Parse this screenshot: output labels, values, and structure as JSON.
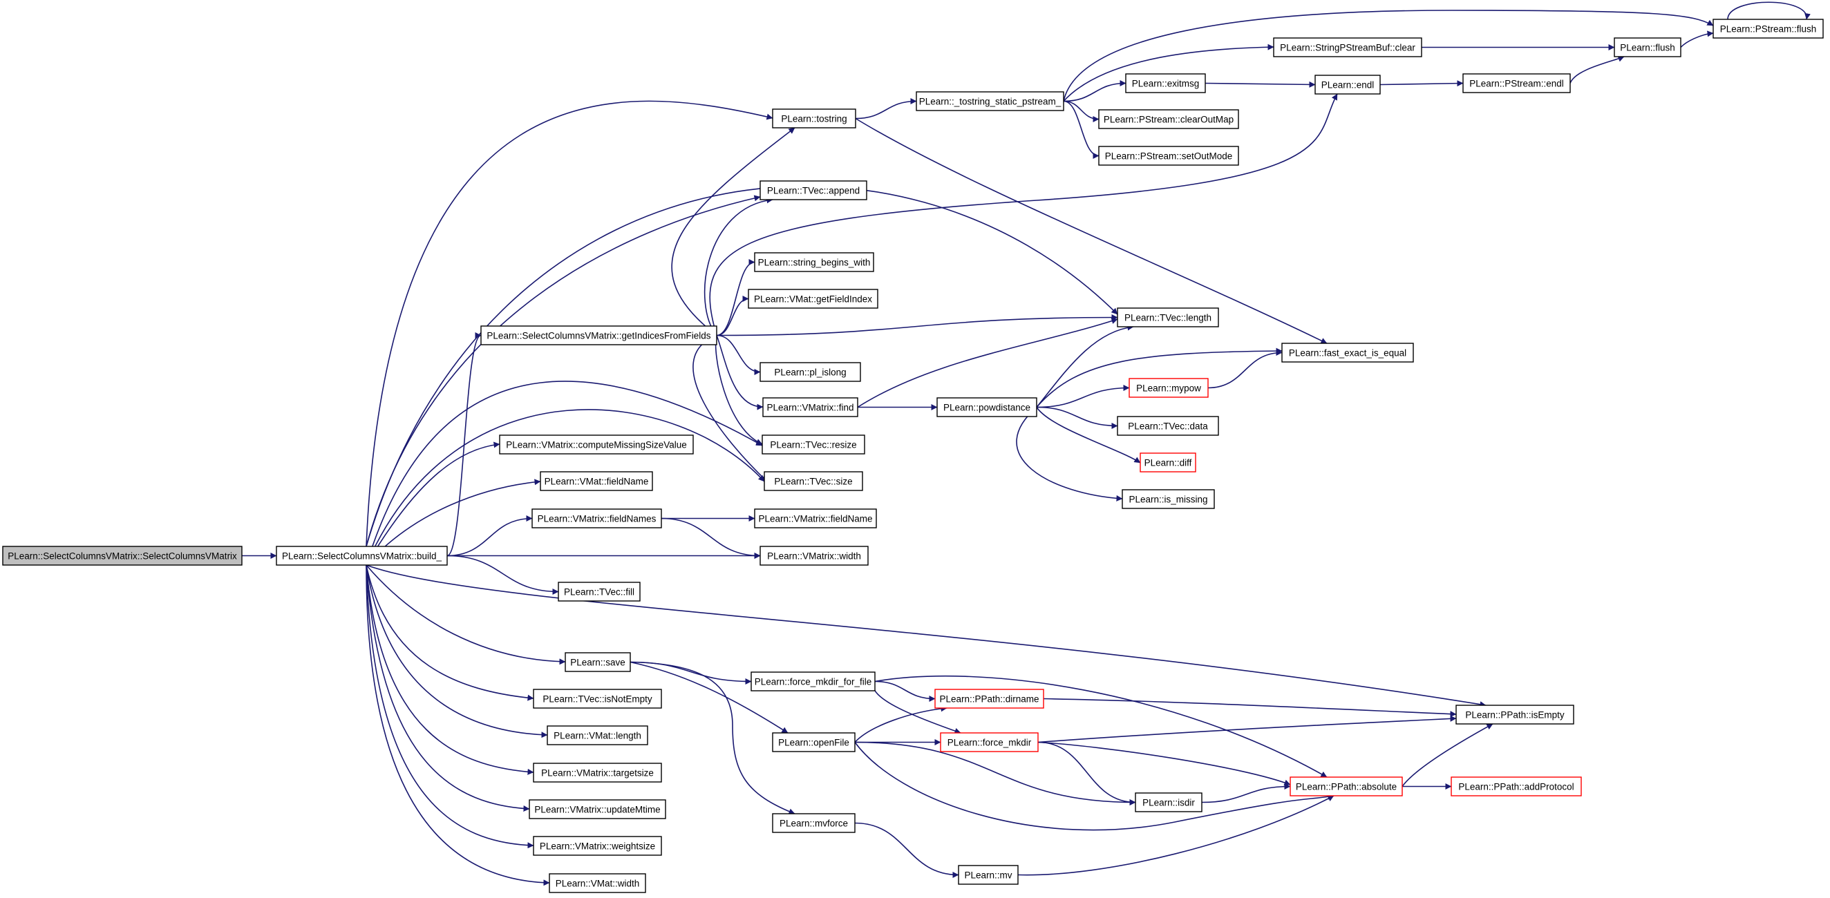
{
  "colors": {
    "edge": "#191970",
    "node_border": "#000000",
    "node_border_truncated": "#ff0000",
    "node_fill": "#ffffff",
    "root_fill": "#bfbfbf"
  },
  "nodes": [
    {
      "id": "root",
      "label": "PLearn::SelectColumnsVMatrix::SelectColumnsVMatrix",
      "style": "root"
    },
    {
      "id": "build",
      "label": "PLearn::SelectColumnsVMatrix::build_",
      "style": "normal"
    },
    {
      "id": "getIndices",
      "label": "PLearn::SelectColumnsVMatrix::getIndicesFromFields",
      "style": "normal"
    },
    {
      "id": "computeMissing",
      "label": "PLearn::VMatrix::computeMissingSizeValue",
      "style": "normal"
    },
    {
      "id": "vmatFieldName",
      "label": "PLearn::VMat::fieldName",
      "style": "normal"
    },
    {
      "id": "fieldNames",
      "label": "PLearn::VMatrix::fieldNames",
      "style": "normal"
    },
    {
      "id": "fill",
      "label": "PLearn::TVec::fill",
      "style": "normal"
    },
    {
      "id": "save",
      "label": "PLearn::save",
      "style": "normal"
    },
    {
      "id": "isNotEmpty",
      "label": "PLearn::TVec::isNotEmpty",
      "style": "normal"
    },
    {
      "id": "vmatLength",
      "label": "PLearn::VMat::length",
      "style": "normal"
    },
    {
      "id": "targetsize",
      "label": "PLearn::VMatrix::targetsize",
      "style": "normal"
    },
    {
      "id": "updateMtime",
      "label": "PLearn::VMatrix::updateMtime",
      "style": "normal"
    },
    {
      "id": "weightsize",
      "label": "PLearn::VMatrix::weightsize",
      "style": "normal"
    },
    {
      "id": "vmatWidth",
      "label": "PLearn::VMat::width",
      "style": "normal"
    },
    {
      "id": "tostring",
      "label": "PLearn::tostring",
      "style": "normal"
    },
    {
      "id": "append",
      "label": "PLearn::TVec::append",
      "style": "normal"
    },
    {
      "id": "strBegins",
      "label": "PLearn::string_begins_with",
      "style": "normal"
    },
    {
      "id": "getFieldIndex",
      "label": "PLearn::VMat::getFieldIndex",
      "style": "normal"
    },
    {
      "id": "plIslong",
      "label": "PLearn::pl_islong",
      "style": "normal"
    },
    {
      "id": "find",
      "label": "PLearn::VMatrix::find",
      "style": "normal"
    },
    {
      "id": "resize",
      "label": "PLearn::TVec::resize",
      "style": "normal"
    },
    {
      "id": "size",
      "label": "PLearn::TVec::size",
      "style": "normal"
    },
    {
      "id": "vmFieldName",
      "label": "PLearn::VMatrix::fieldName",
      "style": "normal"
    },
    {
      "id": "vmWidth",
      "label": "PLearn::VMatrix::width",
      "style": "normal"
    },
    {
      "id": "forceMkdirFile",
      "label": "PLearn::force_mkdir_for_file",
      "style": "normal"
    },
    {
      "id": "openFile",
      "label": "PLearn::openFile",
      "style": "normal"
    },
    {
      "id": "mvforce",
      "label": "PLearn::mvforce",
      "style": "normal"
    },
    {
      "id": "mv",
      "label": "PLearn::mv",
      "style": "normal"
    },
    {
      "id": "tostringStatic",
      "label": "PLearn::_tostring_static_pstream_",
      "style": "normal"
    },
    {
      "id": "exitmsg",
      "label": "PLearn::exitmsg",
      "style": "normal"
    },
    {
      "id": "clearOutMap",
      "label": "PLearn::PStream::clearOutMap",
      "style": "normal"
    },
    {
      "id": "setOutMode",
      "label": "PLearn::PStream::setOutMode",
      "style": "normal"
    },
    {
      "id": "spsbClear",
      "label": "PLearn::StringPStreamBuf::clear",
      "style": "normal"
    },
    {
      "id": "endl",
      "label": "PLearn::endl",
      "style": "normal"
    },
    {
      "id": "pstreamEndl",
      "label": "PLearn::PStream::endl",
      "style": "normal"
    },
    {
      "id": "flush",
      "label": "PLearn::flush",
      "style": "normal"
    },
    {
      "id": "pstreamFlush",
      "label": "PLearn::PStream::flush",
      "style": "normal"
    },
    {
      "id": "tvecLength",
      "label": "PLearn::TVec::length",
      "style": "normal"
    },
    {
      "id": "fastEq",
      "label": "PLearn::fast_exact_is_equal",
      "style": "normal"
    },
    {
      "id": "powdistance",
      "label": "PLearn::powdistance",
      "style": "normal"
    },
    {
      "id": "mypow",
      "label": "PLearn::mypow",
      "style": "truncated"
    },
    {
      "id": "tvecData",
      "label": "PLearn::TVec::data",
      "style": "normal"
    },
    {
      "id": "diff",
      "label": "PLearn::diff",
      "style": "truncated"
    },
    {
      "id": "isMissing",
      "label": "PLearn::is_missing",
      "style": "normal"
    },
    {
      "id": "dirname",
      "label": "PLearn::PPath::dirname",
      "style": "truncated"
    },
    {
      "id": "forceMkdir",
      "label": "PLearn::force_mkdir",
      "style": "truncated"
    },
    {
      "id": "isdir",
      "label": "PLearn::isdir",
      "style": "normal"
    },
    {
      "id": "absolute",
      "label": "PLearn::PPath::absolute",
      "style": "truncated"
    },
    {
      "id": "addProtocol",
      "label": "PLearn::PPath::addProtocol",
      "style": "truncated"
    },
    {
      "id": "isEmpty",
      "label": "PLearn::PPath::isEmpty",
      "style": "normal"
    }
  ],
  "edges": [
    [
      "root",
      "build"
    ],
    [
      "build",
      "tostring"
    ],
    [
      "build",
      "append"
    ],
    [
      "build",
      "tvecLength"
    ],
    [
      "build",
      "getIndices"
    ],
    [
      "build",
      "resize"
    ],
    [
      "build",
      "size"
    ],
    [
      "build",
      "computeMissing"
    ],
    [
      "build",
      "vmatFieldName"
    ],
    [
      "build",
      "fieldNames"
    ],
    [
      "build",
      "vmWidth"
    ],
    [
      "build",
      "fill"
    ],
    [
      "build",
      "isEmpty"
    ],
    [
      "build",
      "save"
    ],
    [
      "build",
      "isNotEmpty"
    ],
    [
      "build",
      "vmatLength"
    ],
    [
      "build",
      "targetsize"
    ],
    [
      "build",
      "updateMtime"
    ],
    [
      "build",
      "weightsize"
    ],
    [
      "build",
      "vmatWidth"
    ],
    [
      "getIndices",
      "tostring"
    ],
    [
      "getIndices",
      "append"
    ],
    [
      "getIndices",
      "strBegins"
    ],
    [
      "getIndices",
      "getFieldIndex"
    ],
    [
      "getIndices",
      "endl"
    ],
    [
      "getIndices",
      "tvecLength"
    ],
    [
      "getIndices",
      "plIslong"
    ],
    [
      "getIndices",
      "find"
    ],
    [
      "getIndices",
      "resize"
    ],
    [
      "getIndices",
      "size"
    ],
    [
      "fieldNames",
      "vmFieldName"
    ],
    [
      "fieldNames",
      "vmWidth"
    ],
    [
      "tostring",
      "tostringStatic"
    ],
    [
      "tostring",
      "fastEq"
    ],
    [
      "tostringStatic",
      "pstreamFlush"
    ],
    [
      "tostringStatic",
      "spsbClear"
    ],
    [
      "tostringStatic",
      "exitmsg"
    ],
    [
      "tostringStatic",
      "clearOutMap"
    ],
    [
      "tostringStatic",
      "setOutMode"
    ],
    [
      "spsbClear",
      "flush"
    ],
    [
      "exitmsg",
      "endl"
    ],
    [
      "endl",
      "pstreamEndl"
    ],
    [
      "pstreamEndl",
      "flush"
    ],
    [
      "flush",
      "pstreamFlush"
    ],
    [
      "pstreamFlush",
      "pstreamFlush"
    ],
    [
      "find",
      "tvecLength"
    ],
    [
      "find",
      "powdistance"
    ],
    [
      "powdistance",
      "tvecLength"
    ],
    [
      "powdistance",
      "fastEq"
    ],
    [
      "powdistance",
      "mypow"
    ],
    [
      "powdistance",
      "tvecData"
    ],
    [
      "powdistance",
      "diff"
    ],
    [
      "powdistance",
      "isMissing"
    ],
    [
      "mypow",
      "fastEq"
    ],
    [
      "save",
      "forceMkdirFile"
    ],
    [
      "save",
      "openFile"
    ],
    [
      "save",
      "mvforce"
    ],
    [
      "forceMkdirFile",
      "dirname"
    ],
    [
      "forceMkdirFile",
      "forceMkdir"
    ],
    [
      "forceMkdirFile",
      "absolute"
    ],
    [
      "openFile",
      "dirname"
    ],
    [
      "openFile",
      "forceMkdir"
    ],
    [
      "openFile",
      "isdir"
    ],
    [
      "openFile",
      "absolute"
    ],
    [
      "dirname",
      "isEmpty"
    ],
    [
      "forceMkdir",
      "isEmpty"
    ],
    [
      "forceMkdir",
      "isdir"
    ],
    [
      "forceMkdir",
      "absolute"
    ],
    [
      "isdir",
      "absolute"
    ],
    [
      "absolute",
      "addProtocol"
    ],
    [
      "absolute",
      "isEmpty"
    ],
    [
      "mvforce",
      "mv"
    ],
    [
      "mv",
      "absolute"
    ]
  ]
}
